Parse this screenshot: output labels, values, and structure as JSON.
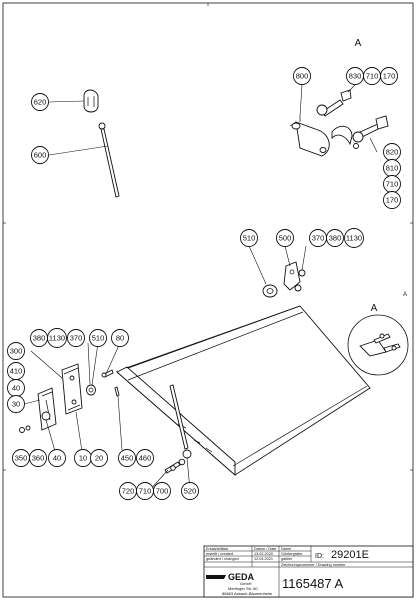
{
  "frame": {
    "zone_letter": "A"
  },
  "callouts": [
    {
      "id": "620",
      "label": "620"
    },
    {
      "id": "600",
      "label": "600"
    },
    {
      "id": "800",
      "label": "800"
    },
    {
      "id": "830",
      "label": "830"
    },
    {
      "id": "710a",
      "label": "710"
    },
    {
      "id": "170a",
      "label": "170"
    },
    {
      "id": "820",
      "label": "820"
    },
    {
      "id": "810",
      "label": "810"
    },
    {
      "id": "710b",
      "label": "710"
    },
    {
      "id": "170b",
      "label": "170"
    },
    {
      "id": "510a",
      "label": "510"
    },
    {
      "id": "500",
      "label": "500"
    },
    {
      "id": "370a",
      "label": "370"
    },
    {
      "id": "380a",
      "label": "380"
    },
    {
      "id": "1130a",
      "label": "1130"
    },
    {
      "id": "380b",
      "label": "380"
    },
    {
      "id": "1130b",
      "label": "1130"
    },
    {
      "id": "370b",
      "label": "370"
    },
    {
      "id": "510b",
      "label": "510"
    },
    {
      "id": "80",
      "label": "80"
    },
    {
      "id": "300",
      "label": "300"
    },
    {
      "id": "410",
      "label": "410"
    },
    {
      "id": "40a",
      "label": "40"
    },
    {
      "id": "30",
      "label": "30"
    },
    {
      "id": "350",
      "label": "350"
    },
    {
      "id": "360",
      "label": "360"
    },
    {
      "id": "40b",
      "label": "40"
    },
    {
      "id": "10",
      "label": "10"
    },
    {
      "id": "20",
      "label": "20"
    },
    {
      "id": "450",
      "label": "450"
    },
    {
      "id": "460",
      "label": "460"
    },
    {
      "id": "720",
      "label": "720"
    },
    {
      "id": "710c",
      "label": "710"
    },
    {
      "id": "700",
      "label": "700"
    },
    {
      "id": "520",
      "label": "520"
    }
  ],
  "detail_labels": {
    "detail_a_top": "A",
    "detail_a_inset": "A"
  },
  "title_block": {
    "ersatzteilliste": "Ersatzteilliste",
    "datum_label": "Datum / Date",
    "name_label": "Name",
    "erstellt": "erstellt / created",
    "erstellt_date": "13.02.2020",
    "erstellt_name": "Güntergrabe",
    "geaendert": "geändert / changed",
    "geaendert_date": "12.04.2021",
    "geaendert_name": "gablier",
    "id_prefix": "ID:",
    "id_value": "29201E",
    "zeichnungsnummer_label": "Zeichnungsnummer / Drawing number",
    "drawing_number": "1165487 A",
    "company_logo": "GEDA",
    "company_suffix": "GmbH",
    "address_line1": "Mertinger Str. 60",
    "address_line2": "86663 Asbach-Bäumenheim"
  }
}
